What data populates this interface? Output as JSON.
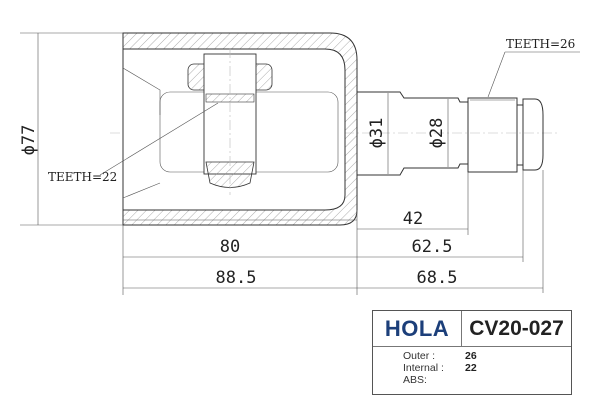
{
  "drawing": {
    "outer_diameter_label": "ϕ77",
    "shaft_diameter_1_label": "ϕ31",
    "shaft_diameter_2_label": "ϕ28",
    "inner_teeth_label": "TEETH=22",
    "outer_teeth_label": "TEETH=26",
    "dimensions": {
      "d42": "42",
      "d62_5": "62.5",
      "d68_5": "68.5",
      "d80": "80",
      "d88_5": "88.5"
    }
  },
  "title_block": {
    "brand": "HOLA",
    "brand_color": "#1c3f7a",
    "part_number": "CV20-027",
    "specs": [
      {
        "label": "Outer :",
        "value": "26"
      },
      {
        "label": "Internal :",
        "value": "22"
      },
      {
        "label": "ABS:",
        "value": ""
      }
    ]
  }
}
